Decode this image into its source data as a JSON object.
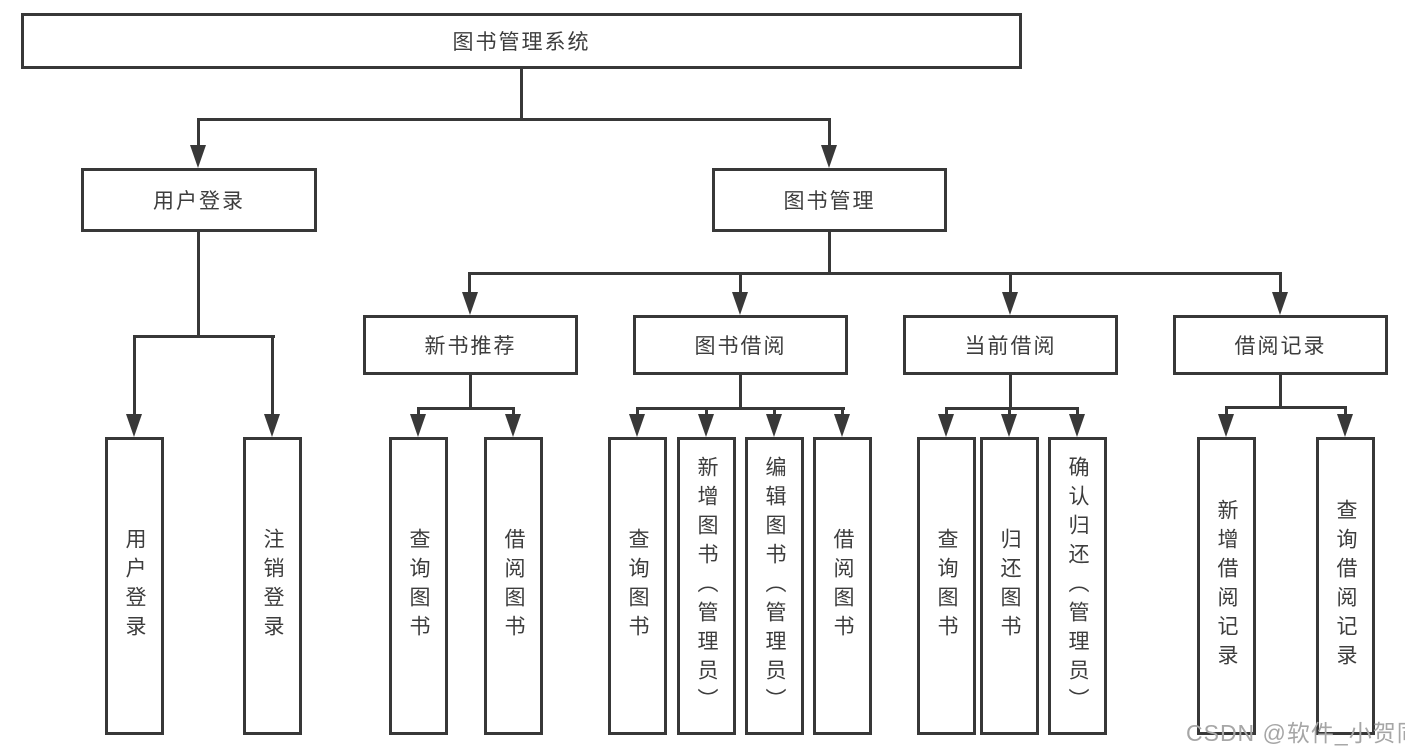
{
  "tree": {
    "label": "图书管理系统",
    "children": [
      {
        "label": "用户登录",
        "children": [
          {
            "label": "用户登录"
          },
          {
            "label": "注销登录"
          }
        ]
      },
      {
        "label": "图书管理",
        "children": [
          {
            "label": "新书推荐",
            "children": [
              {
                "label": "查询图书"
              },
              {
                "label": "借阅图书"
              }
            ]
          },
          {
            "label": "图书借阅",
            "children": [
              {
                "label": "查询图书"
              },
              {
                "label": "新增图书（管理员）"
              },
              {
                "label": "编辑图书（管理员）"
              },
              {
                "label": "借阅图书"
              }
            ]
          },
          {
            "label": "当前借阅",
            "children": [
              {
                "label": "查询图书"
              },
              {
                "label": "归还图书"
              },
              {
                "label": "确认归还（管理员）"
              }
            ]
          },
          {
            "label": "借阅记录",
            "children": [
              {
                "label": "新增借阅记录"
              },
              {
                "label": "查询借阅记录"
              }
            ]
          }
        ]
      }
    ]
  },
  "watermark": "CSDN @软件_小贺同学",
  "colors": {
    "line": "#383838",
    "text": "#3d3d3d",
    "watermark": "#a6a6a6"
  }
}
